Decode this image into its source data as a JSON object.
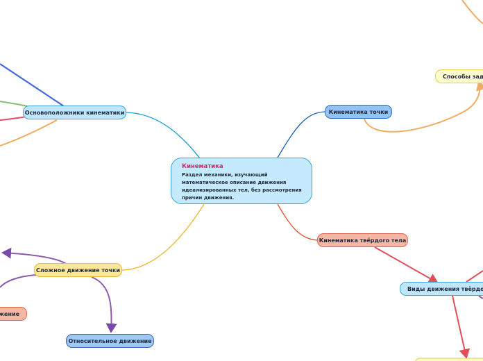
{
  "central": {
    "title": "Кинематика",
    "description": "Раздел механики, изучающий математическое описание движения идеализированных тел, без рассмотрения причин движения."
  },
  "nodes": {
    "founders": "Основоположники кинематики",
    "point_kinematics": "Кинематика точки",
    "methods": "Способы задан",
    "rigid_body": "Кинематика твёрдого тела",
    "rigid_motion_types": "Виды движения твёрдого т",
    "complex_motion": "Сложное движение точки",
    "relative_motion": "Относительное движение",
    "transport_motion": "ижение"
  },
  "colors": {
    "edge_founders": "#1a9fd8",
    "edge_point": "#1b5fae",
    "edge_rigid": "#e3502f",
    "edge_complex": "#f0b52a",
    "edge_methods": "#f0ac62",
    "edge_rigid_sub": "#e0505a",
    "edge_complex_sub": "#8e5aad",
    "edge_blue_person": "#4169e1",
    "edge_green_person": "#7dbb6e",
    "edge_red_person": "#e0506a"
  }
}
